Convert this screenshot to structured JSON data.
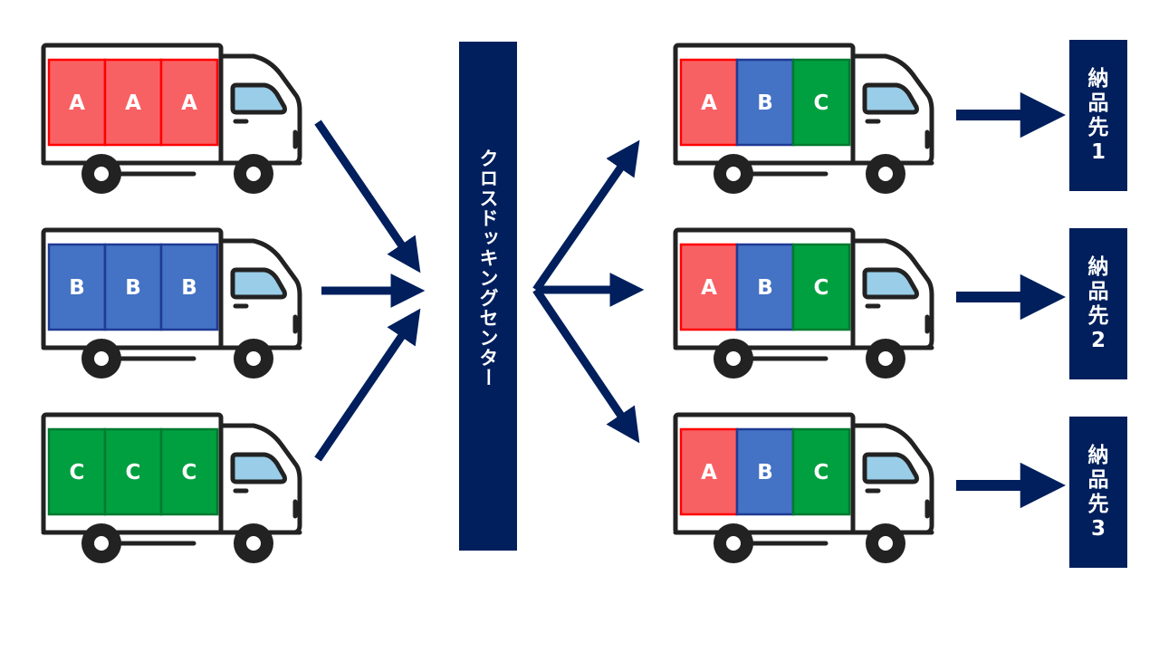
{
  "colors": {
    "navy": "#001f5c",
    "cargo_A": "#f86164",
    "cargo_A_border": "#ff0000",
    "cargo_B": "#4472c4",
    "cargo_B_border": "#1f3a93",
    "cargo_C": "#00a040",
    "cargo_C_border": "#007a2f",
    "window": "#99cde8"
  },
  "center": {
    "label": "クロスドッキングセンター"
  },
  "inbound_trucks": [
    {
      "cargo": [
        "A",
        "A",
        "A"
      ]
    },
    {
      "cargo": [
        "B",
        "B",
        "B"
      ]
    },
    {
      "cargo": [
        "C",
        "C",
        "C"
      ]
    }
  ],
  "outbound_trucks": [
    {
      "cargo": [
        "A",
        "B",
        "C"
      ]
    },
    {
      "cargo": [
        "A",
        "B",
        "C"
      ]
    },
    {
      "cargo": [
        "A",
        "B",
        "C"
      ]
    }
  ],
  "destinations": [
    {
      "chars": [
        "納",
        "品",
        "先"
      ],
      "number": "1"
    },
    {
      "chars": [
        "納",
        "品",
        "先"
      ],
      "number": "2"
    },
    {
      "chars": [
        "納",
        "品",
        "先"
      ],
      "number": "3"
    }
  ]
}
